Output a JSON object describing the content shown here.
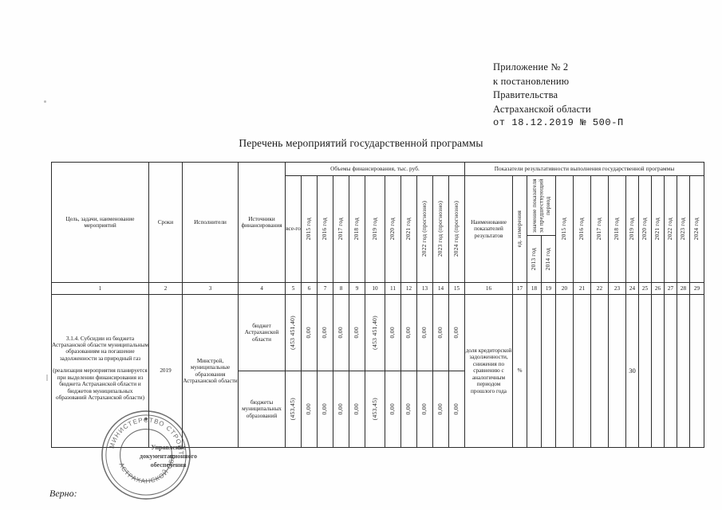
{
  "header": {
    "lines": [
      "Приложение № 2",
      "к постановлению",
      "Правительства",
      "Астраханской области"
    ],
    "date_line": "от 18.12.2019 № 500-П"
  },
  "title": "Перечень мероприятий государственной программы",
  "table": {
    "span_headers": {
      "financing": "Объемы финансирования, тыс. руб.",
      "indicators": "Показатели результативности выполнения государственной программы"
    },
    "columns": {
      "goal": "Цель, задачи, наименование мероприятий",
      "terms": "Сроки",
      "executors": "Исполнители",
      "sources": "Источники финансирования",
      "total": "все-го",
      "fin_years": [
        "2015 год",
        "2016 год",
        "2017 год",
        "2018 год",
        "2019 год",
        "2020 год",
        "2021 год",
        "2022 год  (прогнозно)",
        "2023 год  (прогнозно)",
        "2024 год  (прогнозно)"
      ],
      "indicator_name": "Наименование показателей результатов",
      "unit": "ед. измерения",
      "prev_period": "значение показателя за предшествующий период",
      "prev_years": [
        "2013 год",
        "2014 год"
      ],
      "ind_years": [
        "2015 год",
        "2016 год",
        "2017 год",
        "2018 год",
        "2019 год",
        "2020 год",
        "2021 год",
        "2022 год",
        "2023 год",
        "2024 год"
      ]
    },
    "numbering": [
      "1",
      "2",
      "3",
      "4",
      "5",
      "6",
      "7",
      "8",
      "9",
      "10",
      "11",
      "12",
      "13",
      "14",
      "15",
      "16",
      "17",
      "18",
      "19",
      "20",
      "21",
      "22",
      "23",
      "24",
      "25",
      "26",
      "27",
      "28",
      "29"
    ],
    "row": {
      "goal_title": "3.1.4. Субсидии из бюджета Астраханской области муниципальным образованиям на погашение задолженности за природный газ",
      "goal_note": "(реализация мероприятия планируется при выделении финансирования из бюджета Астраханской области и бюджетов муниципальных образований Астраханской области)",
      "terms": "2019",
      "executors": "Минстрой, муниципальные образования Астраханской области",
      "source_1": "бюджет Астраханской области",
      "source_2": "бюджеты муниципальных образований",
      "values_1": [
        "(453 451,40)",
        "0,00",
        "0,00",
        "0,00",
        "0,00",
        "(453 451,40)",
        "0,00",
        "0,00",
        "0,00",
        "0,00",
        "0,00"
      ],
      "values_2": [
        "(453,45)",
        "0,00",
        "0,00",
        "0,00",
        "0,00",
        "(453,45)",
        "0,00",
        "0,00",
        "0,00",
        "0,00",
        "0,00"
      ],
      "indicator_name": "доля кредиторской задолженности, снижения по сравнению с аналогичным периодом прошлого года",
      "unit": "%",
      "prev_2013": "",
      "prev_2014": "",
      "ind_values": [
        "",
        "",
        "",
        "",
        "30",
        "",
        "",
        "",
        "",
        ""
      ]
    }
  },
  "stamp": {
    "ring_top": "МИНИСТЕРСТВО СТРОИТЕЛЬСТВА",
    "ring_bottom": "АСТРАХАНСКОЙ ОБЛАСТИ",
    "center_line1": "Управление",
    "center_line2": "документационного",
    "center_line3": "обеспечения"
  },
  "footer": {
    "verno": "Верно:"
  },
  "colors": {
    "ink": "#1a1a1a",
    "rule": "#2c2c2c",
    "paper": "#fefefe"
  }
}
